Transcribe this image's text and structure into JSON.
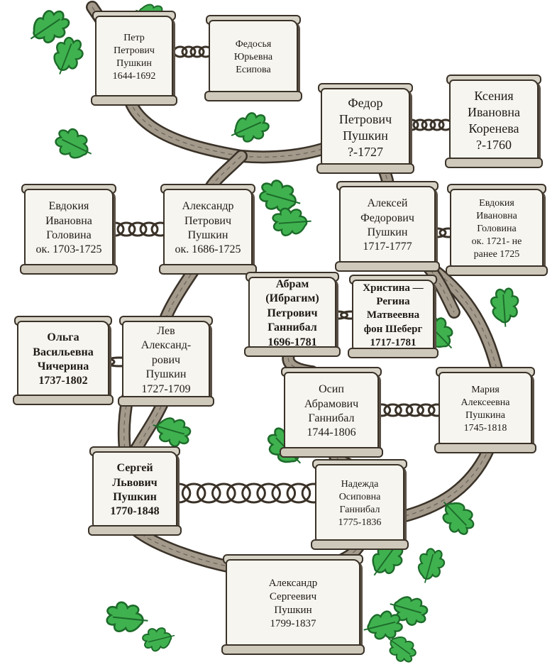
{
  "people": {
    "petr_petrovich": [
      "Петр",
      "Петрович",
      "Пушкин",
      "1644-1692"
    ],
    "fedosya": [
      "Федосья",
      "Юрьевна",
      "Есипова"
    ],
    "fedor": [
      "Федор",
      "Петрович",
      "Пушкин",
      "?-1727"
    ],
    "kseniya": [
      "Ксения",
      "Ивановна",
      "Коренева",
      "?-1760"
    ],
    "evdokiya_1": [
      "Евдокия",
      "Ивановна",
      "Головина",
      "ок. 1703-1725"
    ],
    "aleksandr_petrovich": [
      "Александр",
      "Петрович",
      "Пушкин",
      "ок. 1686-1725"
    ],
    "aleksey": [
      "Алексей",
      "Федорович",
      "Пушкин",
      "1717-1777"
    ],
    "evdokiya_2": [
      "Евдокия",
      "Ивановна",
      "Головина",
      "ок. 1721- не",
      "ранее 1725"
    ],
    "abram": [
      "Абрам",
      "(Ибрагим)",
      "Петрович",
      "Ганнибал",
      "1696-1781"
    ],
    "khristina": [
      "Христина —",
      "Регина",
      "Матвеевна",
      "фон Шеберг",
      "1717-1781"
    ],
    "olga": [
      "Ольга",
      "Васильевна",
      "Чичерина",
      "1737-1802"
    ],
    "lev": [
      "Лев",
      "Александ-",
      "рович",
      "Пушкин",
      "1727-1709"
    ],
    "osip": [
      "Осип",
      "Абрамович",
      "Ганнибал",
      "1744-1806"
    ],
    "mariya": [
      "Мария",
      "Алексеевна",
      "Пушкина",
      "1745-1818"
    ],
    "sergey": [
      "Сергей",
      "Львович",
      "Пушкин",
      "1770-1848"
    ],
    "nadezhda": [
      "Надежда",
      "Осиповна",
      "Ганнибал",
      "1775-1836"
    ],
    "aleksandr_sergeevich": [
      "Александр",
      "Сергеевич",
      "Пушкин",
      "1799-1837"
    ]
  },
  "colors": {
    "leaf": "#3fb24f",
    "leaf_dark": "#1d6b2a",
    "branch": "#a39a8c",
    "ink": "#3a3228"
  }
}
